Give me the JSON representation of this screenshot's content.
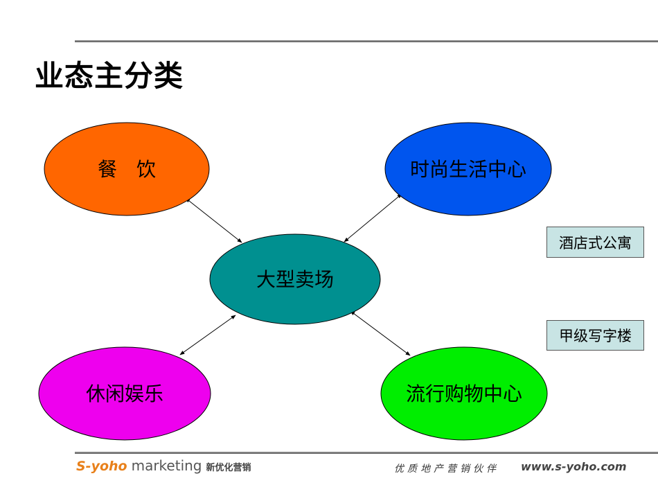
{
  "title": "业态主分类",
  "nodes": {
    "center": {
      "label": "大型卖场",
      "color": "#009090"
    },
    "dining": {
      "label": "餐　饮",
      "color": "#ff6600"
    },
    "fashion": {
      "label": "时尚生活中心",
      "color": "#0055ee"
    },
    "leisure": {
      "label": "休闲娱乐",
      "color": "#ee00ee"
    },
    "shopping": {
      "label": "流行购物中心",
      "color": "#00ee00"
    }
  },
  "side_boxes": {
    "hotel": "酒店式公寓",
    "office": "甲级写字楼"
  },
  "footer": {
    "logo": "S-yoho",
    "logo_word": "marketing",
    "logo_cn": "新优化营销",
    "slogan": "优质地产营销伙伴",
    "url": "www.s-yoho.com"
  }
}
